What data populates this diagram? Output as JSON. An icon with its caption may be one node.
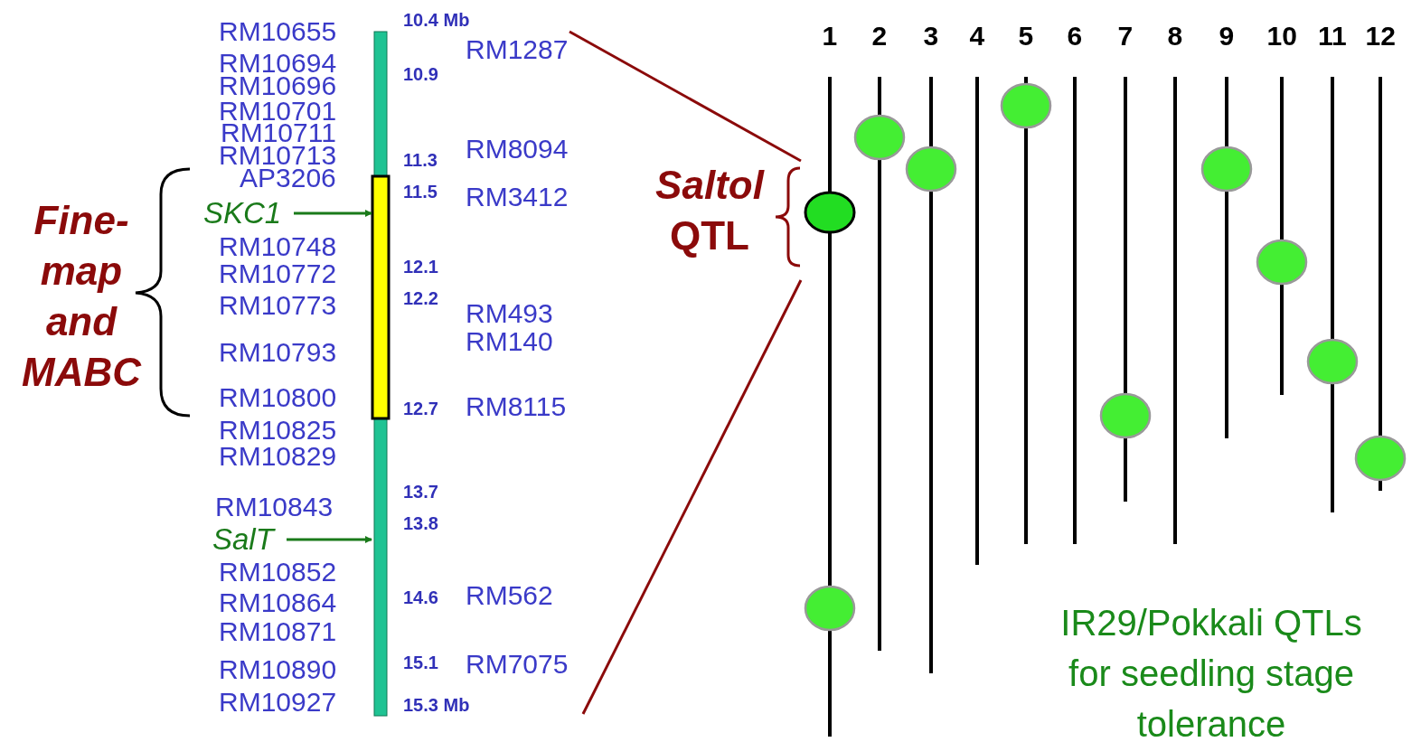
{
  "diagram": {
    "nodes": [
      {
        "text": [],
        "shape": "bar"
      },
      {
        "text": [
          "SKC1"
        ]
      },
      {
        "text": [
          "SalT"
        ]
      }
    ],
    "edges": [
      {
        "from": 1,
        "to": 0,
        "arrow": "to"
      },
      {
        "from": 2,
        "to": 0,
        "arrow": "to"
      }
    ],
    "labels": [
      "10.4 Mb",
      "RM10655",
      "RM1287",
      "1",
      "2",
      "3",
      "4",
      "5",
      "6",
      "7",
      "8",
      "9",
      "10",
      "11",
      "12",
      "RM10694",
      "10.9",
      "RM10696",
      "RM10701",
      "RM10711",
      "RM10713",
      "11.3",
      "RM8094",
      "AP3206",
      "*Saltol* QTL",
      "11.5",
      "RM3412",
      "Fine- map and MABC",
      "RM10748",
      "RM10772",
      "12.1",
      "RM10773",
      "12.2",
      "RM493",
      "RM140",
      "RM10793",
      "RM10800",
      "12.7",
      "RM8115",
      "RM10825",
      "RM10829",
      "13.7",
      "RM10843",
      "13.8",
      "RM10852",
      "RM10864",
      "14.6",
      "RM562",
      "RM10871",
      "RM10890",
      "15.1",
      "RM7075",
      "RM10927",
      "15.3 Mb",
      "IR29/Pokkali QTLs for seedling stage tolerance"
    ]
  }
}
